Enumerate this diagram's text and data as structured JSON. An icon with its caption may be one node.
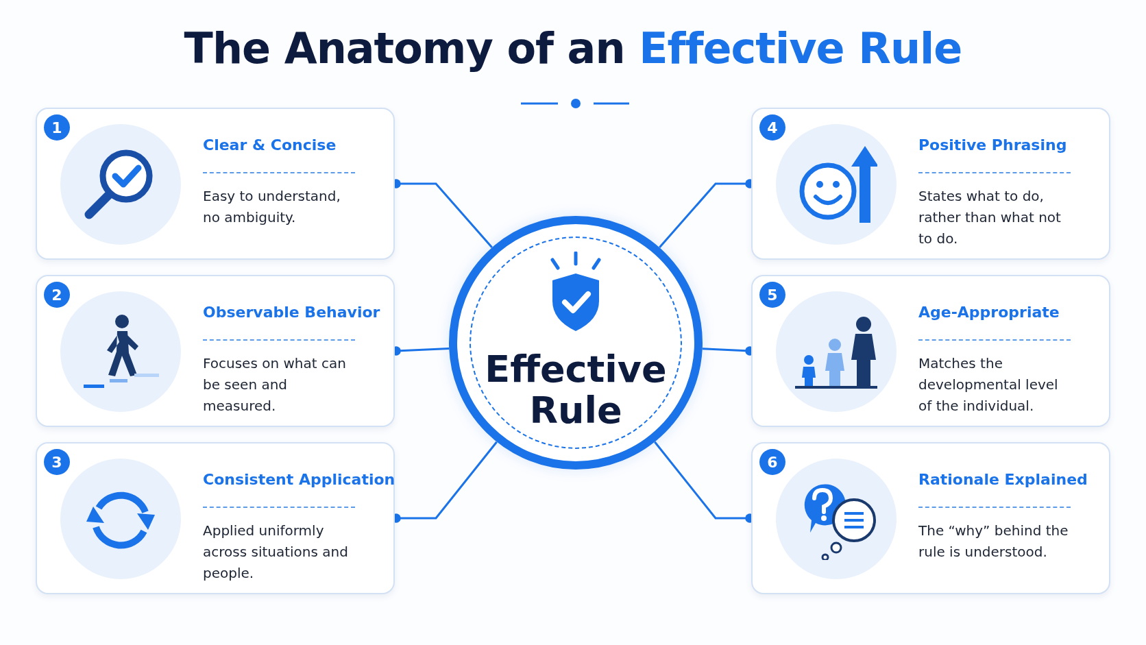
{
  "diagram": {
    "title": "The Anatomy of an Effective Rule",
    "nodes": [
      {
        "text": [
          "Effective Rule"
        ]
      },
      {
        "text": [
          "1",
          "Clear & Concise",
          "Easy to understand, no ambiguity."
        ]
      },
      {
        "text": [
          "2",
          "Observable Behavior",
          "Focuses on what can be seen and measured."
        ]
      },
      {
        "text": [
          "3",
          "Consistent Application",
          "Applied uniformly across situations and people."
        ]
      },
      {
        "text": [
          "4",
          "Positive Phrasing",
          "States what to do, rather than what not to do."
        ]
      },
      {
        "text": [
          "5",
          "Age-Appropriate",
          "Matches the developmental level of the individual."
        ]
      },
      {
        "text": [
          "6",
          "Rationale Explained",
          "The “why” behind the rule is understood."
        ]
      }
    ],
    "edges": [
      {
        "from": 0,
        "to": 1,
        "arrow": "other"
      },
      {
        "from": 0,
        "to": 2,
        "arrow": "other"
      },
      {
        "from": 0,
        "to": 3,
        "arrow": "other"
      },
      {
        "from": 0,
        "to": 4,
        "arrow": "other"
      },
      {
        "from": 0,
        "to": 5,
        "arrow": "other"
      },
      {
        "from": 0,
        "to": 6,
        "arrow": "other"
      }
    ]
  }
}
